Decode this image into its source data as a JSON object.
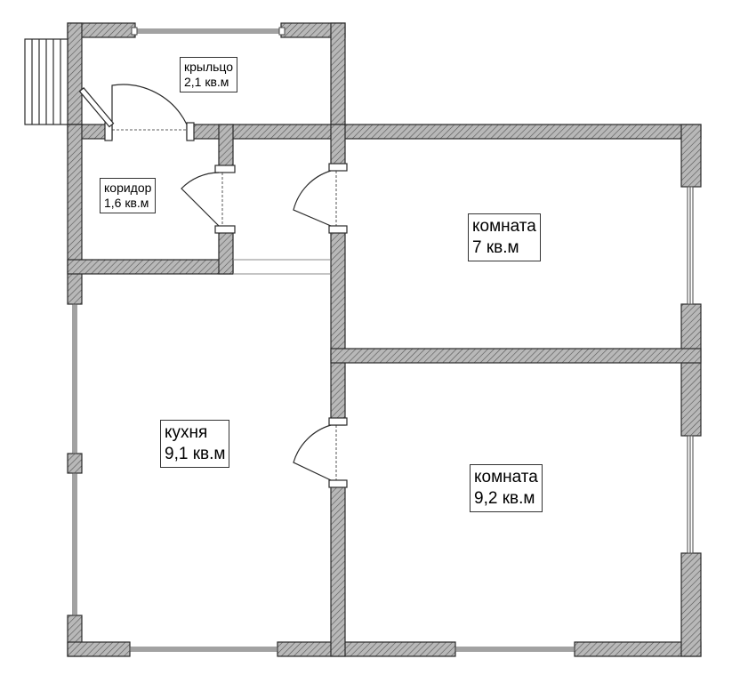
{
  "plan": {
    "rooms": [
      {
        "id": "porch",
        "name": "крыльцо",
        "area": "2,1 кв.м"
      },
      {
        "id": "corridor",
        "name": "коридор",
        "area": "1,6 кв.м"
      },
      {
        "id": "room1",
        "name": "комната",
        "area": "7 кв.м"
      },
      {
        "id": "kitchen",
        "name": "кухня",
        "area": "9,1 кв.м"
      },
      {
        "id": "room2",
        "name": "комната",
        "area": "9,2 кв.м"
      }
    ],
    "colors": {
      "wall_fill": "#b8b8b8",
      "wall_stroke": "#2a2a2a",
      "hatch": "#555555",
      "window": "#444444",
      "background": "#ffffff"
    }
  }
}
